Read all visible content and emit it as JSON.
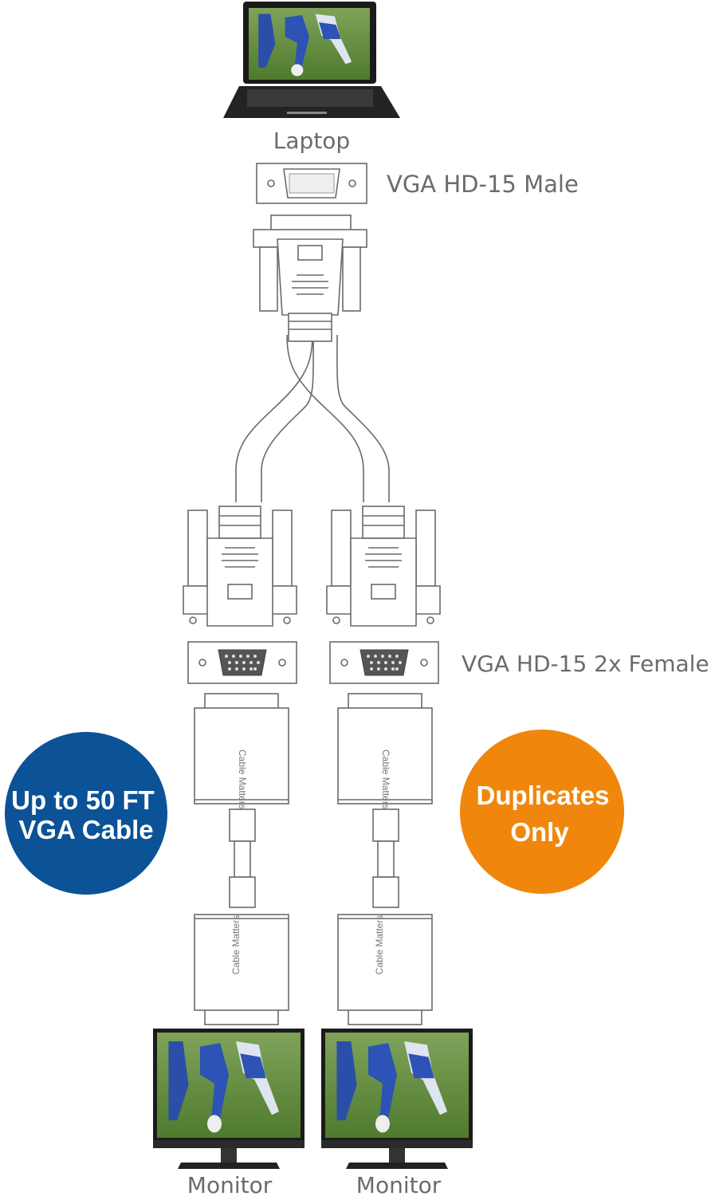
{
  "labels": {
    "laptop": "Laptop",
    "male_port": "VGA HD-15 Male",
    "female_port": "VGA HD-15 2x Female",
    "monitor_left": "Monitor",
    "monitor_right": "Monitor"
  },
  "badges": {
    "length": {
      "line1": "Up to 50 FT",
      "line2": "VGA Cable",
      "color": "#0b5297"
    },
    "mode": {
      "line1": "Duplicates",
      "line2": "Only",
      "color": "#f0870c"
    }
  },
  "brand": "Cable Matters"
}
